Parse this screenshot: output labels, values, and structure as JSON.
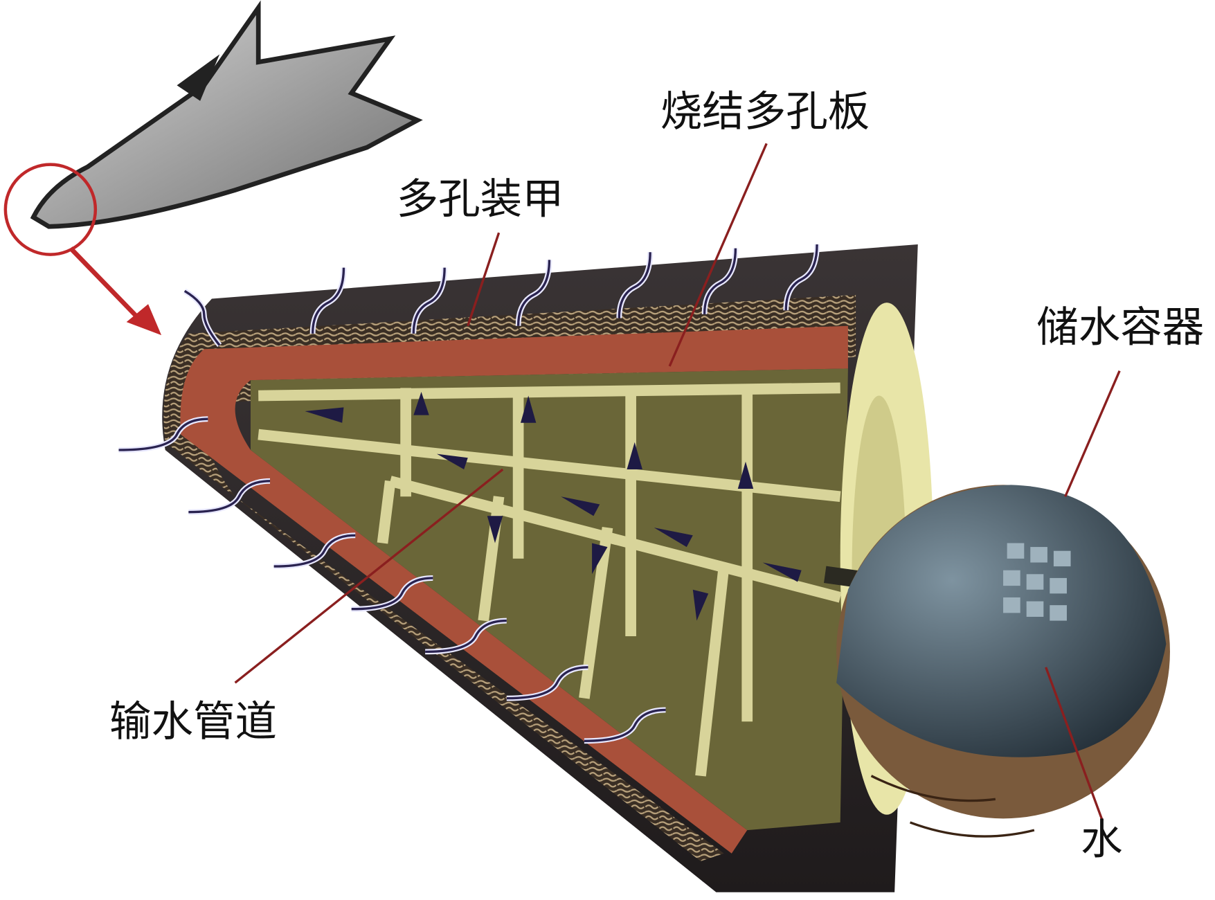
{
  "diagram": {
    "labels": {
      "sintered_plate": "烧结多孔板",
      "porous_armor": "多孔装甲",
      "water_tank": "储水容器",
      "water_pipe": "输水管道",
      "water": "水"
    },
    "colors": {
      "outer_shell": "#2f2a2b",
      "porous_layer": "#6b5a45",
      "sintered_plate": "#a9503a",
      "inner_structure": "#d8d49a",
      "tank": "#3e4d58",
      "leader_lines": "#8a1f1f",
      "indicator": "#c0282a"
    }
  }
}
